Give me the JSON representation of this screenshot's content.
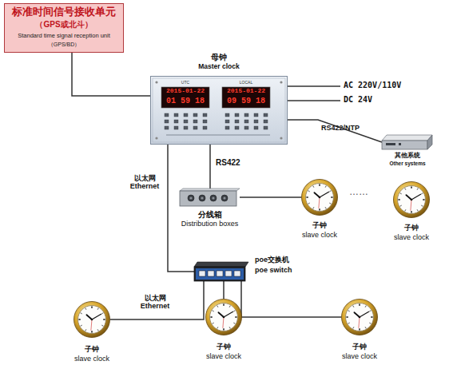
{
  "diagram": {
    "nodes": [
      {
        "text": [
          "标准时间信号接收单元",
          "（GPS或北斗）",
          "Standard time signal reception unit",
          "（GPS/BD）"
        ]
      },
      {
        "text": [
          "母钟",
          "Master clock",
          "UTC",
          "2015-01-22",
          "01 59 18",
          "LOCAL",
          "2015-01-22",
          "09 59 18"
        ]
      },
      {
        "text": [
          "其他系统",
          "Other systems"
        ]
      },
      {
        "text": [
          "分线箱",
          "Distribution boxes"
        ]
      },
      {
        "text": [
          "子钟",
          "slave clock"
        ]
      },
      {
        "text": [
          "子钟",
          "slave clock"
        ]
      },
      {
        "text": [
          "poe交换机",
          "poe switch"
        ]
      },
      {
        "text": [
          "子钟",
          "slave clock"
        ]
      },
      {
        "text": [
          "子钟",
          "slave clock"
        ]
      },
      {
        "text": [
          "子钟",
          "slave clock"
        ]
      }
    ],
    "edges": [
      {
        "from": 0,
        "to": 1,
        "arrow": "none"
      },
      {
        "from": 1,
        "to": 2,
        "label": "RS422/NTP",
        "arrow": "none"
      },
      {
        "from": 1,
        "to": 3,
        "label": "RS422",
        "arrow": "none"
      },
      {
        "from": 3,
        "to": 4,
        "arrow": "none"
      },
      {
        "from": 1,
        "to": 6,
        "label": "以太网 Ethernet",
        "arrow": "none"
      },
      {
        "from": 6,
        "to": 7,
        "label": "以太网 Ethernet",
        "arrow": "none"
      },
      {
        "from": 6,
        "to": 8,
        "arrow": "none"
      },
      {
        "from": 6,
        "to": 9,
        "arrow": "none"
      }
    ],
    "labels": [
      "AC 220V/110V",
      "DC 24V",
      "……"
    ]
  }
}
